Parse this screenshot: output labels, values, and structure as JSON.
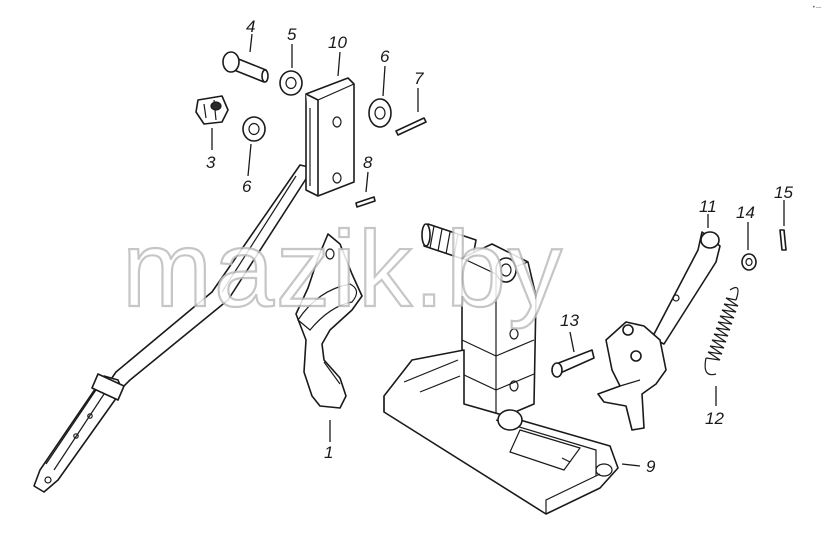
{
  "watermark": "mazik.by",
  "corner_mark": "•—",
  "callouts": {
    "p1": "1",
    "p3": "3",
    "p4": "4",
    "p5": "5",
    "p6a": "6",
    "p6b": "6",
    "p7": "7",
    "p8": "8",
    "p9": "9",
    "p10": "10",
    "p11": "11",
    "p12": "12",
    "p13": "13",
    "p14": "14",
    "p15": "15"
  },
  "colors": {
    "line": "#1a1a1a",
    "background": "#ffffff",
    "watermark_outline": "#bdbdbd"
  }
}
